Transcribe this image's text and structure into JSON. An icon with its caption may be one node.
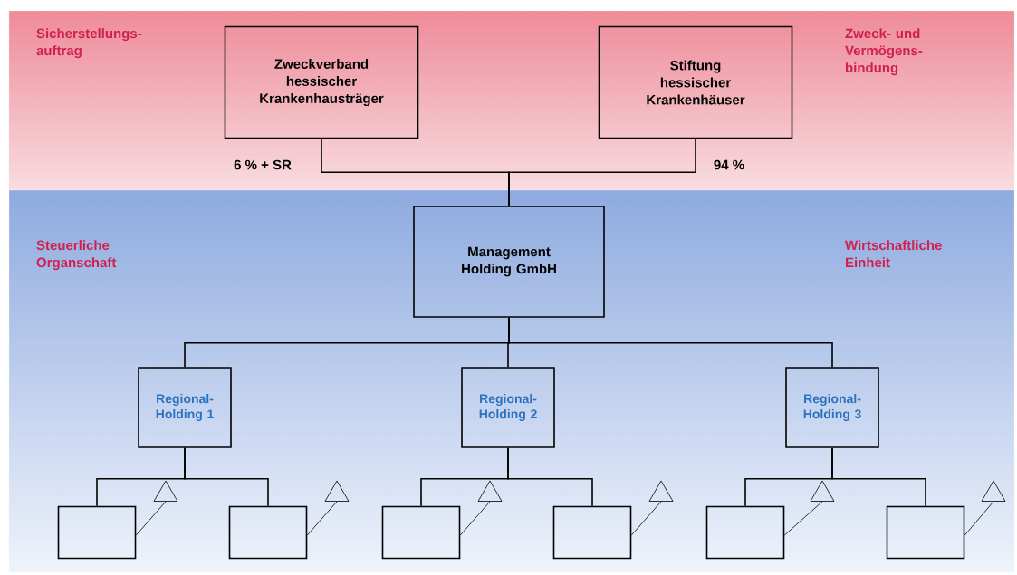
{
  "diagram": {
    "nodes": [
      {
        "text": [
          "Sicherstellungs- auftrag",
          "Zweck- und Vermögens- bindung"
        ]
      },
      {
        "text": [
          "Zweckverband hessischer Krankenhausträger"
        ],
        "in": 0,
        "beside": [
          "6 % + SR"
        ]
      },
      {
        "text": [
          "Stiftung hessischer Krankenhäuser"
        ],
        "in": 0,
        "beside": [
          "94 %"
        ]
      },
      {
        "text": [
          "Steuerliche Organschaft",
          "Wirtschaftliche Einheit"
        ]
      },
      {
        "text": [
          "Management Holding GmbH"
        ],
        "in": 3
      },
      {
        "text": [
          "Regional- Holding 1"
        ],
        "in": 3
      },
      {
        "text": [
          "Regional- Holding 2"
        ],
        "in": 3
      },
      {
        "text": [
          "Regional- Holding 3"
        ],
        "in": 3
      },
      {
        "text": [],
        "shape": "box",
        "in": 3
      },
      {
        "text": [],
        "shape": "box",
        "in": 3
      },
      {
        "text": [],
        "shape": "box",
        "in": 3
      },
      {
        "text": [],
        "shape": "box",
        "in": 3
      },
      {
        "text": [],
        "shape": "box",
        "in": 3
      },
      {
        "text": [],
        "shape": "box",
        "in": 3
      },
      {
        "text": [],
        "shape": "triangle",
        "in": 3
      },
      {
        "text": [],
        "shape": "triangle",
        "in": 3
      },
      {
        "text": [],
        "shape": "triangle",
        "in": 3
      },
      {
        "text": [],
        "shape": "triangle",
        "in": 3
      },
      {
        "text": [],
        "shape": "triangle",
        "in": 3
      },
      {
        "text": [],
        "shape": "triangle",
        "in": 3
      }
    ],
    "edges": [
      {
        "from": 1,
        "to": 4,
        "arrow": "none"
      },
      {
        "from": 2,
        "to": 4,
        "arrow": "none"
      },
      {
        "from": 4,
        "to": 5,
        "arrow": "none"
      },
      {
        "from": 4,
        "to": 6,
        "arrow": "none"
      },
      {
        "from": 4,
        "to": 7,
        "arrow": "none"
      },
      {
        "from": 5,
        "to": 8,
        "arrow": "none"
      },
      {
        "from": 5,
        "to": 9,
        "arrow": "none"
      },
      {
        "from": 6,
        "to": 10,
        "arrow": "none"
      },
      {
        "from": 6,
        "to": 11,
        "arrow": "none"
      },
      {
        "from": 7,
        "to": 12,
        "arrow": "none"
      },
      {
        "from": 7,
        "to": 13,
        "arrow": "none"
      },
      {
        "from": 8,
        "to": 14,
        "arrow": "none"
      },
      {
        "from": 9,
        "to": 15,
        "arrow": "none"
      },
      {
        "from": 10,
        "to": 16,
        "arrow": "none"
      },
      {
        "from": 11,
        "to": 17,
        "arrow": "none"
      },
      {
        "from": 12,
        "to": 18,
        "arrow": "none"
      },
      {
        "from": 13,
        "to": 19,
        "arrow": "none"
      }
    ]
  }
}
